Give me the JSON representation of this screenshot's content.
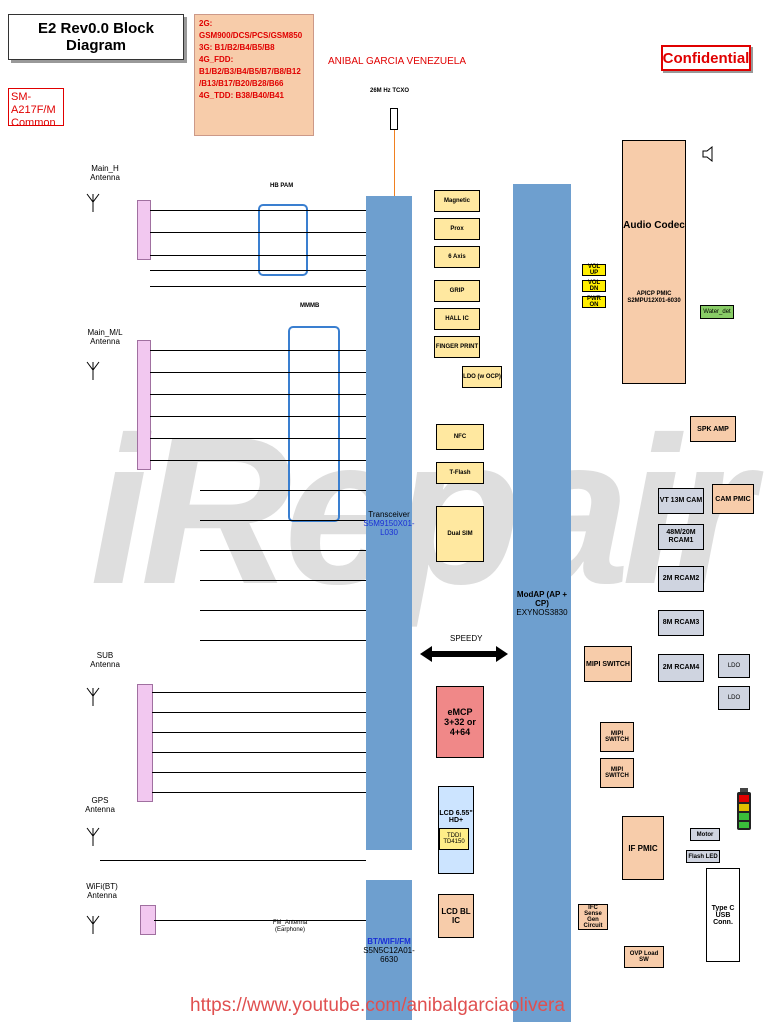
{
  "header": {
    "title": "E2 Rev0.0 Block Diagram",
    "model": "SM-A217F/M Common",
    "confidential": "Confidential",
    "watermark_author": "ANIBAL GARCIA VENEZUELA",
    "youtube": "https://www.youtube.com/anibalgarciaolivera"
  },
  "band_box": {
    "lines": [
      "2G: GSM900/DCS/PCS/GSM850",
      "3G: B1/B2/B4/B5/B8",
      "4G_FDD: B1/B2/B3/B4/B5/B7/B8/B12",
      "/B13/B17/B20/B28/B66",
      "4G_TDD: B38/B40/B41"
    ]
  },
  "antennas": {
    "main_h": "Main_H Antenna",
    "main_ml": "Main_M/L Antenna",
    "sub": "SUB Antenna",
    "gps": "GPS Antenna",
    "wifi": "WiFi(BT) Antenna",
    "fm": "FM_Antenna (Earphone)"
  },
  "components": {
    "tcxo": "26M Hz TCXO",
    "hb_pam": "HB PAM",
    "mmmb": "MMMB",
    "transceiver": "Transceiver",
    "transceiver_part": "S5M9150X01-L030",
    "wifi_chip": "BT/WIFI/FM",
    "wifi_part": "S5N5C12A01-6630",
    "modap": "ModAP (AP + CP)",
    "modap_part": "EXYNOS3830",
    "speedy": "SPEEDY",
    "emcp": "eMCP 3+32 or 4+64",
    "lcd": "LCD 6.55\" HD+",
    "tddi": "TDDI TD4150",
    "lcd_bl": "LCD BL IC",
    "audio_codec": "Audio Codec",
    "apcp_pmic": "APICP PMIC S2MPU12X01-6030",
    "spk_amp": "SPK AMP",
    "cam_pmic": "CAM PMIC",
    "if_pmic": "IF PMIC",
    "motor": "Motor",
    "flash_led": "Flash LED",
    "type_c": "Type C USB Conn.",
    "ovp": "OVP Load SW",
    "ifc_sense": "IFC Sense Gen Circuit",
    "nfc": "NFC",
    "tflash": "T-Flash",
    "dual_sim": "Dual SIM",
    "ldo_ocp": "LDO (w OCP)",
    "water_det": "Water_det",
    "mipi_switch": "MIPI SWITCH"
  },
  "sensors": [
    "Magnetic",
    "Prox",
    "6 Axis",
    "GRIP",
    "HALL IC",
    "FINGER PRINT"
  ],
  "cameras": [
    "VT 13M CAM",
    "48M/20M RCAM1",
    "2M RCAM2",
    "8M RCAM3",
    "2M RCAM4"
  ],
  "ldos": [
    "LDO",
    "LDO"
  ],
  "buttons": [
    "VOL UP",
    "VOL DN",
    "PWR ON"
  ]
}
